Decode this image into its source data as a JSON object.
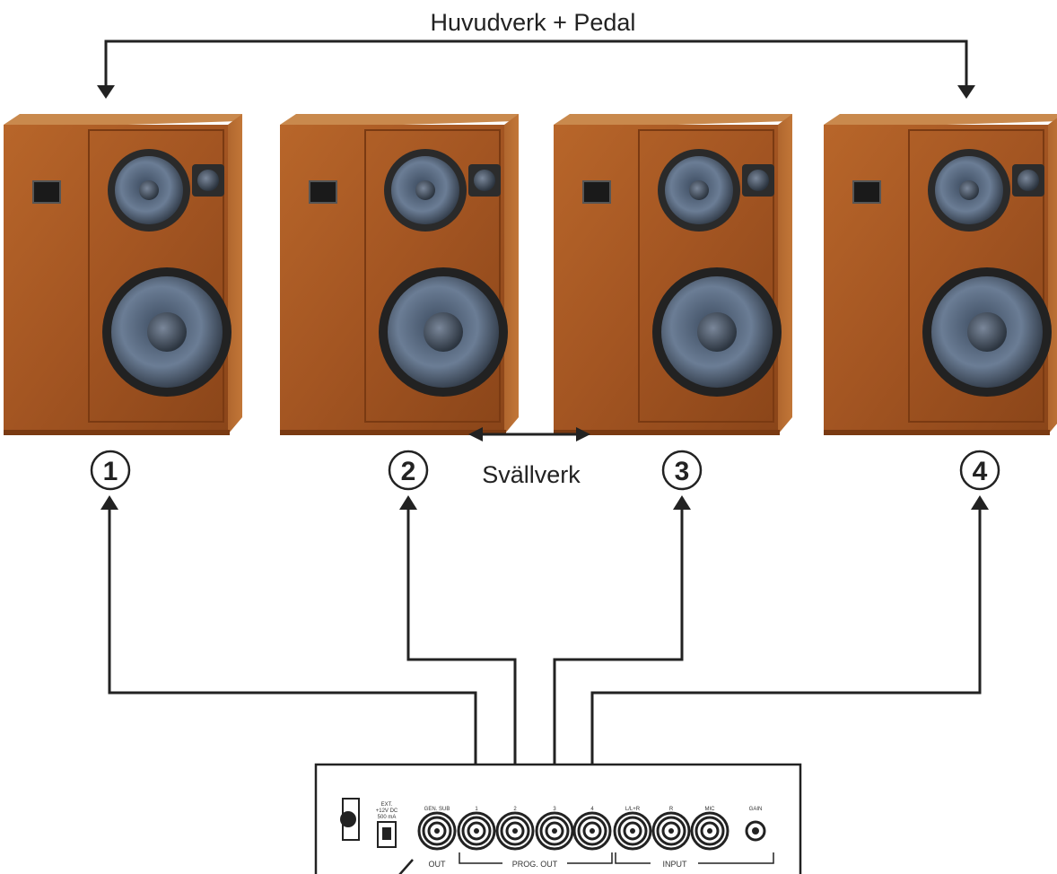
{
  "top_label": "Huvudverk + Pedal",
  "middle_label": "Svällverk",
  "speakers": [
    {
      "number": "1"
    },
    {
      "number": "2"
    },
    {
      "number": "3"
    },
    {
      "number": "4"
    }
  ],
  "device": {
    "ext_label_1": "EXT.",
    "ext_label_2": "+12V DC",
    "ext_label_3": "500 mA",
    "gen_sub_label": "GEN. SUB",
    "out_label": "OUT",
    "prog_labels": [
      "1",
      "2",
      "3",
      "4"
    ],
    "prog_out_label": "PROG. OUT",
    "input_labels": [
      "L/L+R",
      "R",
      "MIC"
    ],
    "input_label": "INPUT",
    "gain_label": "GAIN"
  }
}
